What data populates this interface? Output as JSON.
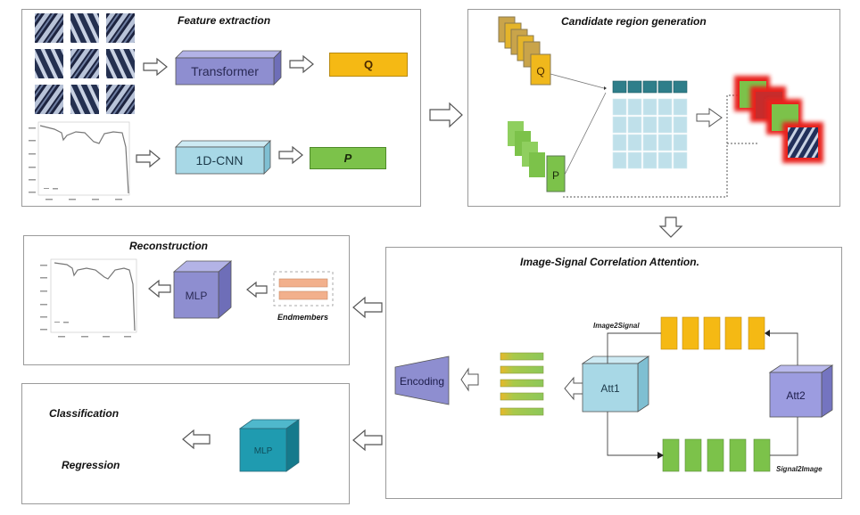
{
  "panels": {
    "feature_extraction": {
      "title": "Feature extraction",
      "transformer_label": "Transformer",
      "cnn_label": "1D-CNN",
      "q_label": "Q",
      "p_label": "P"
    },
    "candidate_region": {
      "title": "Candidate region generation",
      "q_label": "Q",
      "p_label": "P"
    },
    "reconstruction": {
      "title": "Reconstruction",
      "mlp_label": "MLP",
      "endmembers_label": "Endmembers"
    },
    "attention": {
      "title": "Image-Signal Correlation Attention.",
      "encoding_label": "Encoding",
      "att1_label": "Att1",
      "att2_label": "Att2",
      "image2signal_label": "Image2Signal",
      "signal2image_label": "Signal2Image"
    },
    "output": {
      "classification_label": "Classification",
      "regression_label": "Regression",
      "mlp_label": "MLP"
    }
  },
  "colors": {
    "transformer": "#8e8ed0",
    "cnn": "#a8d8e6",
    "q": "#f5b914",
    "p": "#7cc24a",
    "grid_header": "#2e7e8a",
    "grid_cell": "#bfe0ea",
    "mlp_purple": "#8e8ed0",
    "mlp_teal": "#1f9bb0",
    "att1": "#a8d8e6",
    "att2": "#9c9ce0",
    "endmember": "#f2b08c",
    "red_glow": "#e8231d"
  }
}
